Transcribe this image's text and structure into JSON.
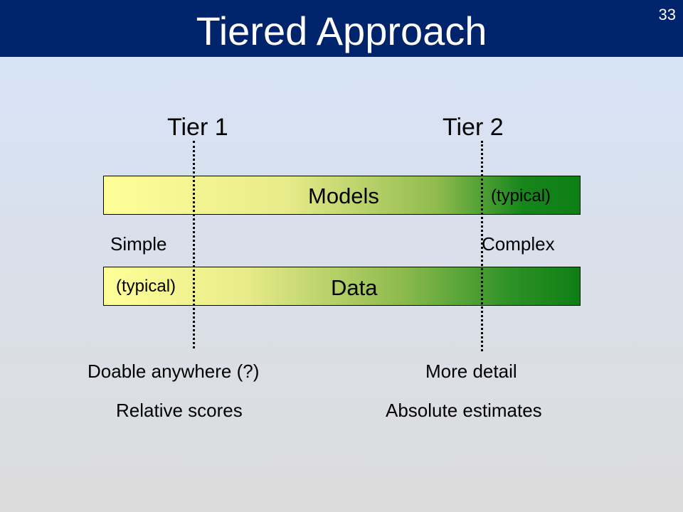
{
  "slide": {
    "title": "Tiered Approach",
    "page_number": "33"
  },
  "tiers": {
    "tier1": "Tier 1",
    "tier2": "Tier 2"
  },
  "models_bar": {
    "label": "Models",
    "note": "(typical)"
  },
  "scale": {
    "left": "Simple",
    "right": "Complex"
  },
  "data_bar": {
    "label": "Data",
    "note": "(typical)"
  },
  "tier1_notes": [
    "Doable anywhere (?)",
    "Relative scores"
  ],
  "tier2_notes": [
    "More detail",
    "Absolute estimates"
  ],
  "colors": {
    "title_bar": "#00246b",
    "bar_start": "#ffff99",
    "bar_end": "#0e7f14"
  }
}
